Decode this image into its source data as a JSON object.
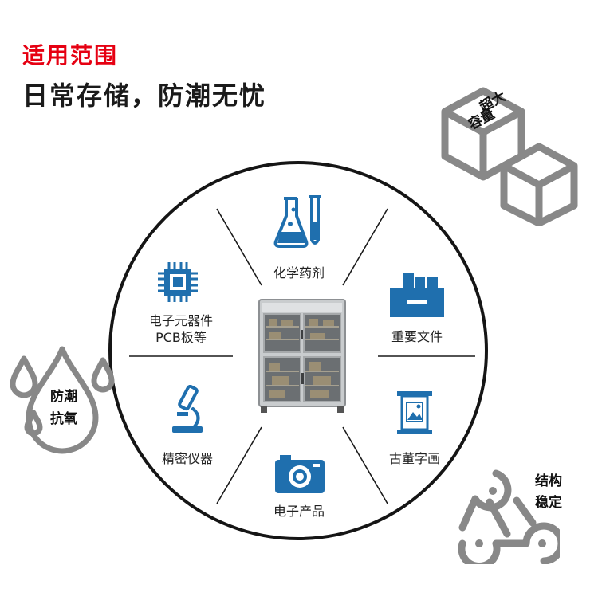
{
  "header": {
    "eyebrow": "适用范围",
    "headline": "日常存储，防潮无忧"
  },
  "categories": [
    {
      "key": "chemicals",
      "label": "化学药剂",
      "icon": "flask-icon"
    },
    {
      "key": "documents",
      "label": "重要文件",
      "icon": "file-boxes-icon"
    },
    {
      "key": "calligraphy",
      "label": "古董字画",
      "icon": "picture-scroll-icon"
    },
    {
      "key": "electronics",
      "label": "电子产品",
      "icon": "camera-icon"
    },
    {
      "key": "instruments",
      "label": "精密仪器",
      "icon": "microscope-icon"
    },
    {
      "key": "components",
      "label_line1": "电子元器件",
      "label_line2": "PCB板等",
      "icon": "chip-icon"
    }
  ],
  "badges": {
    "capacity_line1": "超大",
    "capacity_line2": "容量",
    "moisture_line1": "防潮",
    "moisture_line2": "抗氧",
    "structure_line1": "结构",
    "structure_line2": "稳定"
  },
  "colors": {
    "accent_red": "#e60012",
    "icon_blue": "#1f6fae",
    "deco_gray": "#888888"
  }
}
